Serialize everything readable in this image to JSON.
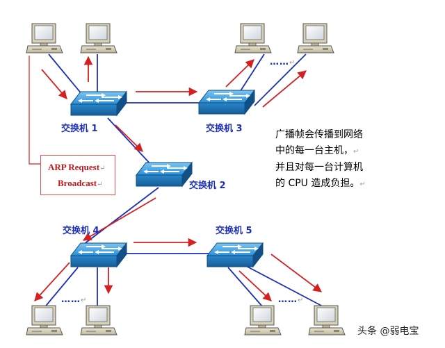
{
  "switches": {
    "s1": "交换机 1",
    "s2": "交换机 2",
    "s3": "交换机 3",
    "s4": "交换机 4",
    "s5": "交换机 5"
  },
  "arp_box": {
    "line1": "ARP Request",
    "line2": "Broadcast"
  },
  "description": {
    "line1": "广播帧会传播到网络",
    "line2": "中的每一台主机，",
    "line3": "并且对每一台计算机",
    "line4": "的 CPU 造成负担。"
  },
  "ellipsis": "……",
  "paragraph_mark": "↵",
  "watermark": "头条 @弱电宝",
  "colors": {
    "link": "#1a2fb8",
    "arrow": "#d42020",
    "label": "#1a2fb8",
    "switch_top": "#2c8fd6",
    "switch_side": "#1d6fb0"
  }
}
